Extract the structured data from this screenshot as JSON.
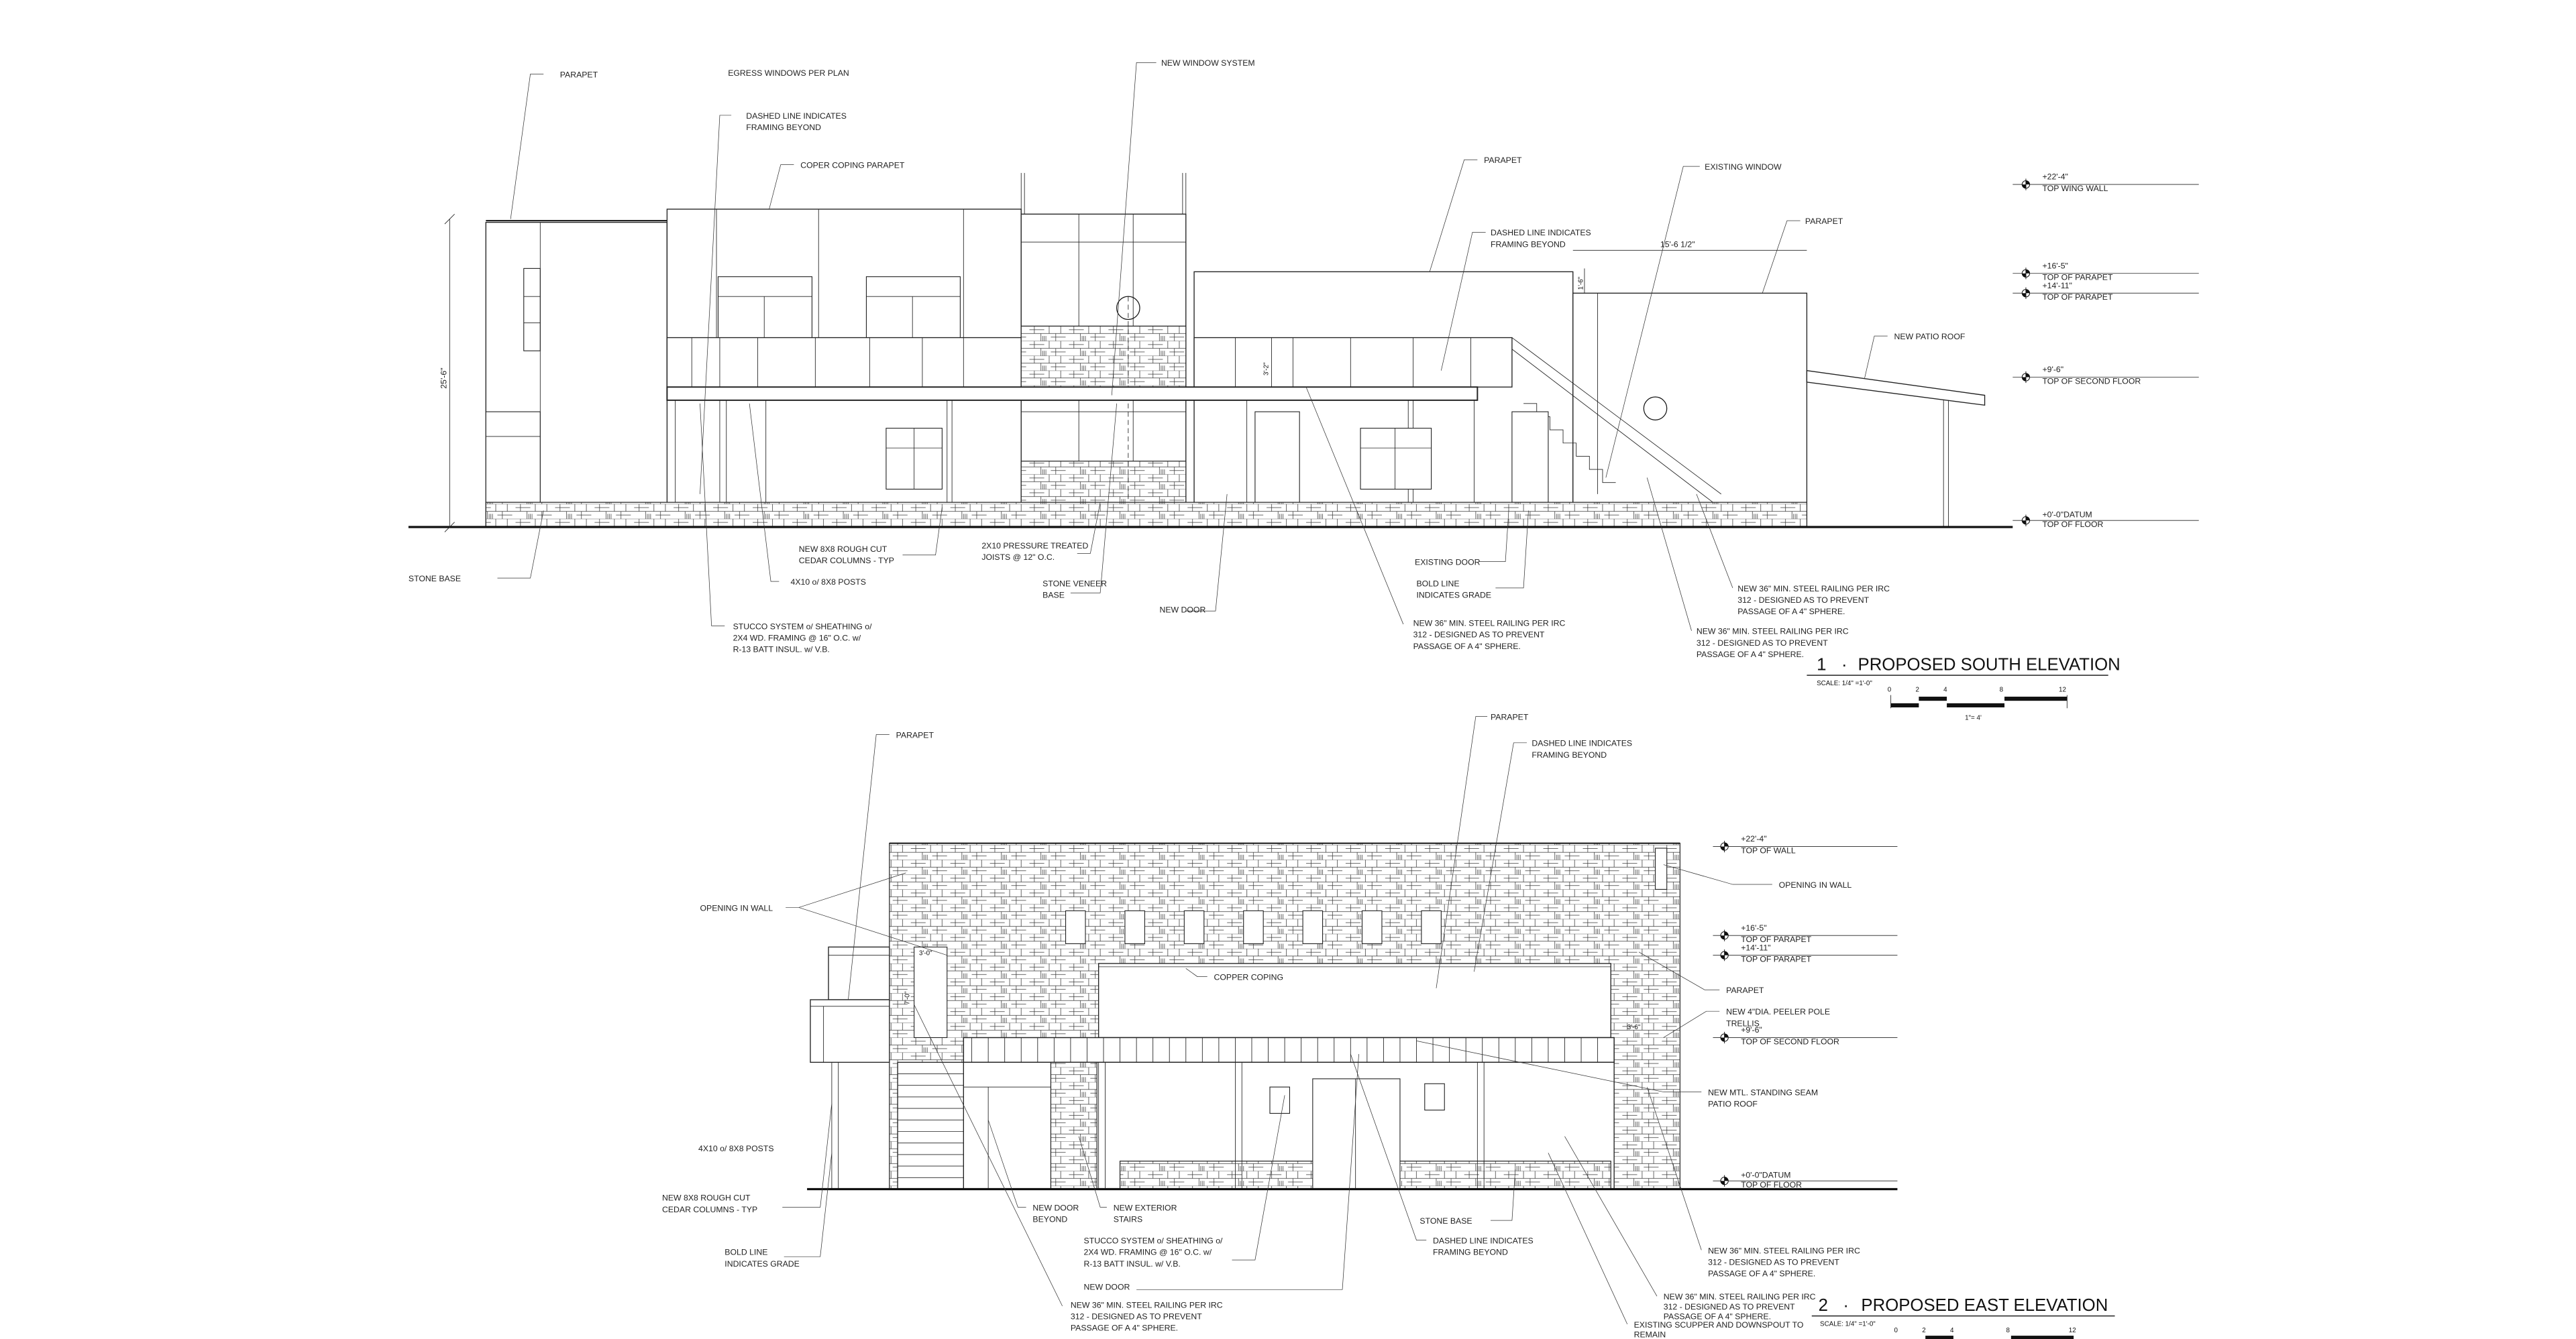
{
  "south": {
    "title_num": "1",
    "title": "PROPOSED SOUTH ELEVATION",
    "scale": "SCALE: 1/4\" =1'-0\"",
    "scale_ticks": [
      "0",
      "2",
      "4",
      "8",
      "12"
    ],
    "scale_note": "1\"= 4'",
    "dims": {
      "height": "25'-6\"",
      "width": "15'-6 1/2\"",
      "small": "1'-6\"",
      "rail": "3'-2\""
    },
    "levels": [
      {
        "value": "+22'-4\"",
        "label": "TOP WING WALL"
      },
      {
        "value": "+16'-5\"",
        "label": "TOP OF PARAPET"
      },
      {
        "value": "+14'-11\"",
        "label": "TOP OF PARAPET"
      },
      {
        "value": "+9'-6\"",
        "label": "TOP OF SECOND FLOOR"
      },
      {
        "value": "+0'-0\"DATUM",
        "label": "TOP OF FLOOR"
      }
    ],
    "notes": {
      "parapet_left": [
        "PARAPET"
      ],
      "egress": [
        "EGRESS WINDOWS PER PLAN"
      ],
      "dashed_left": [
        "DASHED LINE INDICATES",
        "FRAMING BEYOND"
      ],
      "coping": [
        "COPER COPING PARAPET"
      ],
      "window_system": [
        "NEW WINDOW SYSTEM"
      ],
      "parapet_mid": [
        "PARAPET"
      ],
      "dashed_right": [
        "DASHED LINE INDICATES",
        "FRAMING BEYOND"
      ],
      "existing_window": [
        "EXISTING WINDOW"
      ],
      "parapet_right": [
        "PARAPET"
      ],
      "patio_roof": [
        "NEW PATIO ROOF"
      ],
      "stone_base": [
        "STONE BASE"
      ],
      "columns": [
        "NEW 8X8 ROUGH CUT",
        "CEDAR COLUMNS - TYP"
      ],
      "joists": [
        "2X10 PRESSURE TREATED",
        "JOISTS @ 12\" O.C."
      ],
      "posts": [
        "4X10 o/ 8X8 POSTS"
      ],
      "veneer": [
        "STONE VENEER",
        "BASE"
      ],
      "new_door": [
        "NEW DOOR"
      ],
      "stucco": [
        "STUCCO SYSTEM o/ SHEATHING o/",
        "2X4 WD. FRAMING @ 16\" O.C. w/",
        "R-13 BATT INSUL. w/ V.B."
      ],
      "existing_door": [
        "EXISTING DOOR"
      ],
      "bold_line": [
        "BOLD LINE",
        "INDICATES GRADE"
      ],
      "railing_1": [
        "NEW 36\" MIN. STEEL RAILING PER IRC",
        "312 - DESIGNED AS TO PREVENT",
        "PASSAGE OF A 4\" SPHERE."
      ],
      "railing_2": [
        "NEW 36\" MIN. STEEL RAILING PER IRC",
        "312 - DESIGNED AS TO PREVENT",
        "PASSAGE OF A 4\" SPHERE."
      ],
      "railing_3": [
        "NEW 36\" MIN. STEEL RAILING PER IRC",
        "312 - DESIGNED AS TO PREVENT",
        "PASSAGE OF A 4\" SPHERE."
      ]
    }
  },
  "east": {
    "title_num": "2",
    "title": "PROPOSED EAST ELEVATION",
    "scale": "SCALE: 1/4\" =1'-0\"",
    "scale_ticks": [
      "0",
      "2",
      "4",
      "8",
      "12"
    ],
    "dims": {
      "opening_w": "3'-0\"",
      "opening_h": "7'-0\"",
      "trellis": "3'-6\""
    },
    "levels": [
      {
        "value": "+22'-4\"",
        "label": "TOP OF WALL"
      },
      {
        "value": "+16'-5\"",
        "label": "TOP OF PARAPET"
      },
      {
        "value": "+14'-11\"",
        "label": "TOP OF PARAPET"
      },
      {
        "value": "+9'-6\"",
        "label": "TOP OF SECOND FLOOR"
      },
      {
        "value": "+0'-0\"DATUM",
        "label": "TOP OF FLOOR"
      }
    ],
    "notes": {
      "parapet_left": [
        "PARAPET"
      ],
      "parapet_top": [
        "PARAPET"
      ],
      "dashed_top": [
        "DASHED LINE INDICATES",
        "FRAMING BEYOND"
      ],
      "opening_left": [
        "OPENING IN WALL"
      ],
      "copper_coping": [
        "COPPER COPING"
      ],
      "opening_right": [
        "OPENING IN WALL"
      ],
      "parapet_right": [
        "PARAPET"
      ],
      "trellis": [
        "NEW 4\"DIA. PEELER POLE",
        "TRELLIS"
      ],
      "patio_roof": [
        "NEW MTL. STANDING SEAM",
        "PATIO ROOF"
      ],
      "posts": [
        "4X10 o/ 8X8 POSTS"
      ],
      "columns": [
        "NEW 8X8 ROUGH CUT",
        "CEDAR COLUMNS - TYP"
      ],
      "bold_line": [
        "BOLD LINE",
        "INDICATES GRADE"
      ],
      "door_beyond": [
        "NEW DOOR",
        "BEYOND"
      ],
      "stairs": [
        "NEW EXTERIOR",
        "STAIRS"
      ],
      "stucco": [
        "STUCCO SYSTEM o/ SHEATHING o/",
        "2X4 WD. FRAMING @ 16\" O.C. w/",
        "R-13 BATT INSUL. w/ V.B."
      ],
      "new_door": [
        "NEW DOOR"
      ],
      "railing_1": [
        "NEW 36\" MIN. STEEL RAILING PER IRC",
        "312 - DESIGNED AS TO PREVENT",
        "PASSAGE OF A 4\" SPHERE."
      ],
      "stone_base": [
        "STONE BASE"
      ],
      "dashed_bottom": [
        "DASHED LINE INDICATES",
        "FRAMING BEYOND"
      ],
      "railing_2": [
        "NEW 36\" MIN. STEEL RAILING PER IRC",
        "312 - DESIGNED AS TO PREVENT",
        "PASSAGE OF A 4\" SPHERE."
      ],
      "railing_3": [
        "NEW 36\" MIN. STEEL RAILING PER IRC",
        "312 - DESIGNED AS TO PREVENT",
        "PASSAGE OF A 4\" SPHERE."
      ],
      "scupper": [
        "EXISTING SCUPPER AND DOWNSPOUT TO",
        "REMAIN"
      ]
    }
  }
}
